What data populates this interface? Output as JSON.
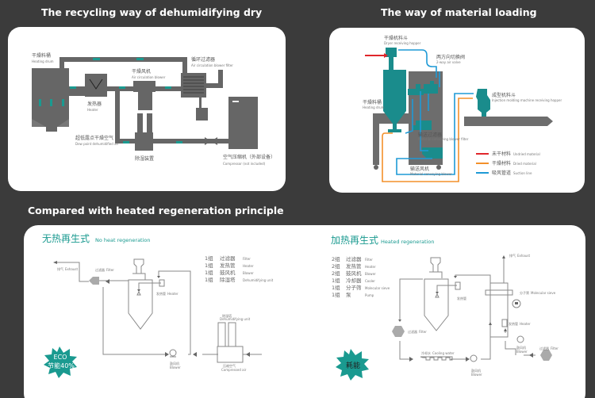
{
  "titles": {
    "recycling": "The recycling way of dehumidifying dry",
    "loading": "The  way of material loading",
    "compare": "Compared with heated regeneration principle"
  },
  "recycling": {
    "drum_cn": "干燥料桶",
    "drum_en": "Heating drum",
    "heater_cn": "发热器",
    "heater_en": "Heater",
    "blower_cn": "干燥风机",
    "blower_en": "Air circulation blower",
    "filter_cn": "循环过滤器",
    "filter_en": "Air circulation blower filter",
    "dew_cn": "超低露点干燥空气",
    "dew_en": "Dew point dehumidified air",
    "dehum_cn": "除湿装置",
    "comp_cn": "空气压缩机（外部设备）",
    "comp_en": "Compressor (not included)"
  },
  "loading": {
    "hopper_cn": "干燥机料斗",
    "hopper_en": "Dryer receiving hopper",
    "valve_cn": "两方向切换阀",
    "valve_en": "2-way air valve",
    "drum_cn": "干燥料桶",
    "drum_en": "Heating drum",
    "imm_cn": "成型机料斗",
    "imm_en": "Injection  molding machine receiving hopper",
    "cfilter_cn": "输送过滤器",
    "cfilter_en": "Material conveying blower filter",
    "cblower_cn": "输送风机",
    "cblower_en": "Material conveying blower",
    "legend": [
      {
        "cn": "未干材料",
        "en": "Undried material",
        "color": "#e0262b"
      },
      {
        "cn": "干燥材料",
        "en": "Dried material",
        "color": "#f3902a"
      },
      {
        "cn": "吸风管道",
        "en": "Suction line",
        "color": "#1e9ad6"
      }
    ]
  },
  "noheat": {
    "title_cn": "无热再生式",
    "title_en": "No heat regeneration",
    "list": [
      {
        "n": "1组",
        "cn": "过滤器",
        "en": "Filter"
      },
      {
        "n": "1组",
        "cn": "发热管",
        "en": "Heater"
      },
      {
        "n": "1组",
        "cn": "鼓风机",
        "en": "Blower"
      },
      {
        "n": "1组",
        "cn": "除湿塔",
        "en": "Dehumidifying unit"
      }
    ],
    "exhaust_cn": "排气",
    "exhaust_en": "Exhaust",
    "filter_cn": "过滤器",
    "filter_en": "Filter",
    "heater_cn": "发热管",
    "heater_en": "Heater",
    "tower_cn": "除湿塔",
    "tower_en": "Dehumidifying unit",
    "blower_cn": "鼓风机",
    "blower_en": "Blower",
    "air_cn": "压缩空气",
    "air_en": "Compressed air",
    "badge_1": "ECO",
    "badge_2": "节能40%"
  },
  "heated": {
    "title_cn": "加热再生式",
    "title_en": "Heated regeneration",
    "list": [
      {
        "n": "2组",
        "cn": "过滤器",
        "en": "Filter"
      },
      {
        "n": "2组",
        "cn": "发热管",
        "en": "Heater"
      },
      {
        "n": "2组",
        "cn": "鼓风机",
        "en": "Blower"
      },
      {
        "n": "1组",
        "cn": "冷却器",
        "en": "Cooler"
      },
      {
        "n": "1组",
        "cn": "分子筛",
        "en": "Molecular sieve"
      },
      {
        "n": "1组",
        "cn": "泵",
        "en": "Pump"
      }
    ],
    "exhaust_cn": "排气",
    "exhaust_en": "Exhaust",
    "heater_cn": "发热管",
    "sieve_cn": "分子筛",
    "sieve_en": "Molecular sieve",
    "heater2_cn": "发热管",
    "heater2_en": "Heater",
    "filter_cn": "过滤器",
    "filter_en": "Filter",
    "filter2_cn": "过滤器",
    "filter2_en": "Filter",
    "cooler_cn": "冷却水",
    "cooler_en": "Cooling water",
    "blower_cn": "鼓风机",
    "blower_en": "Blower",
    "blower2_cn": "鼓风机",
    "blower2_en": "Blower",
    "badge": "耗能"
  }
}
